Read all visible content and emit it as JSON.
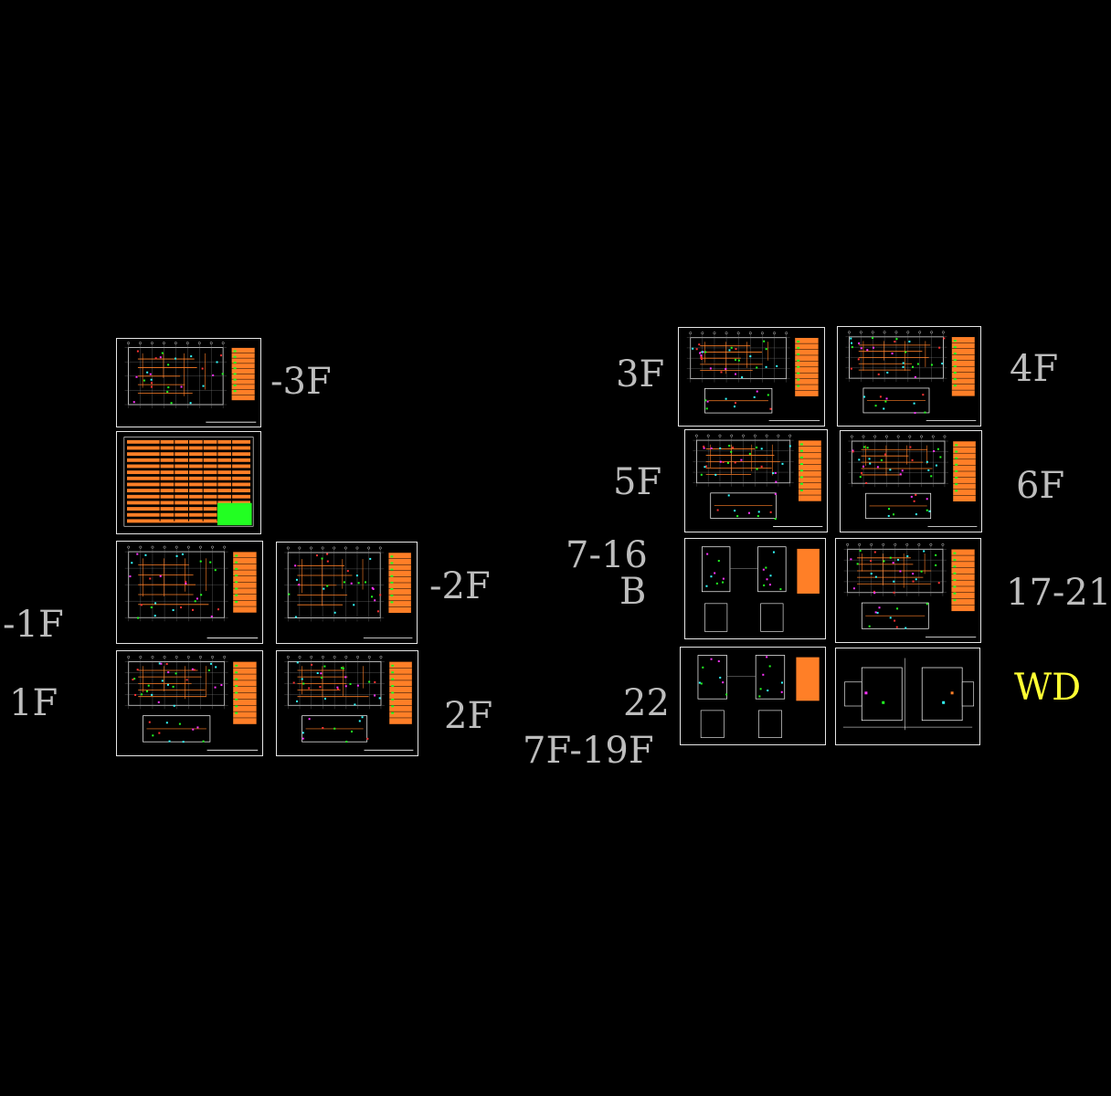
{
  "labels": {
    "m3f": "-3F",
    "m2f": "-2F",
    "m1f": "-1F",
    "f1": "1F",
    "f2": "2F",
    "f3": "3F",
    "f4": "4F",
    "f5": "5F",
    "f6": "6F",
    "f7_16": "7-16",
    "b": "B",
    "f17_21": "17-21",
    "f22": "22",
    "f7_19": "7F-19F",
    "wd": "WD"
  },
  "colors": {
    "background": "#000000",
    "frame": "#e6e6e6",
    "label": "#bdbdbd",
    "highlight_label": "#ffff33",
    "orange": "#ff7f27",
    "green": "#22ff22",
    "cyan": "#33ffff",
    "magenta": "#ff33ff",
    "white": "#ffffff",
    "red": "#ff3333"
  }
}
